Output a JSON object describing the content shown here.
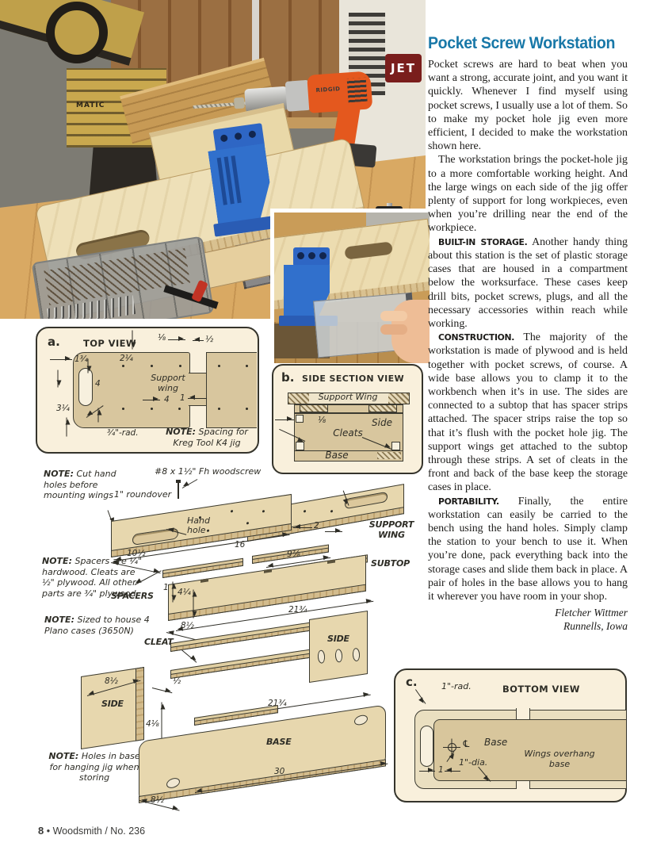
{
  "page": {
    "footer": {
      "page_number": "8",
      "bullet": "•",
      "publication": "Woodsmith / No. 236"
    }
  },
  "photo": {
    "jet_logo": "JET",
    "drill_brand": "RIDGID",
    "machine_partial": "MATIC"
  },
  "article": {
    "title": "Pocket Screw Workstation",
    "paragraphs": [
      {
        "lead": "",
        "text": "Pocket screws are hard to beat when you want a strong, accurate joint, and you want it quickly. Whenever I find myself using pocket screws, I usually use a lot of them. So to make my pocket hole jig even more efficient, I decided to make the workstation shown here."
      },
      {
        "lead": "",
        "text": "The workstation brings the pocket-hole jig to a more comfortable working height. And the large wings on each side of the jig offer plenty of support for long workpieces, even when you’re drilling near the end of the workpiece."
      },
      {
        "lead": "BUILT-IN STORAGE.",
        "text": " Another handy thing about this station is the set of plastic storage cases that are housed in a compartment below the worksurface. These cases keep drill bits, pocket screws, plugs, and all the necessary accessories within reach while working."
      },
      {
        "lead": "CONSTRUCTION.",
        "text": " The majority of the workstation is made of plywood and is held together with pocket screws, of course. A wide base allows you to clamp it to the workbench when it’s in use. The sides are connected to a subtop that has spacer strips attached. The spacer strips raise the top so that it’s flush with the pocket hole jig. The support wings get attached to the subtop through these strips. A set of cleats in the front and back of the base keep the storage cases in place."
      },
      {
        "lead": "PORTABILITY.",
        "text": " Finally, the entire workstation can easily be carried to the bench using the hand holes. Simply clamp the station to your bench to use it. When you’re done, pack everything back into the storage cases and slide them back in place. A pair of holes in the base allows you to hang it wherever you have room in your shop."
      }
    ],
    "byline": {
      "name": "Fletcher Wittmer",
      "location": "Runnells, Iowa"
    }
  },
  "drawing_a": {
    "label": "a.",
    "title": "TOP VIEW",
    "part": "Support wing",
    "note_b": "NOTE:",
    "note_t": " Spacing for Kreg Tool K4 jig",
    "dims": {
      "eighth": "⅛",
      "half": "½",
      "one34": "1¾",
      "two14": "2¼",
      "four_l": "4",
      "four_r": "4",
      "one": "1",
      "three14": "3¼",
      "rad": "¾\"-rad."
    }
  },
  "drawing_b": {
    "label": "b.",
    "title": "SIDE SECTION VIEW",
    "support_wing": "Support Wing",
    "eighth": "⅛",
    "side": "Side",
    "cleats": "Cleats",
    "base": "Base"
  },
  "drawing_c": {
    "label": "c.",
    "title": "BOTTOM VIEW",
    "rad": "1\"-rad.",
    "base": "Base",
    "centerline": "℄",
    "dia": "1\"-dia.",
    "overhang": "Wings overhang base",
    "one": "1"
  },
  "exploded": {
    "notes": {
      "n1b": "NOTE:",
      "n1t": " Cut hand holes before mounting wings",
      "n2b": "NOTE:",
      "n2t": " Spacers are ¼\" hardwood. Cleats are ½\" plywood. All other parts are ¾\" plywood",
      "n3b": "NOTE:",
      "n3t": " Sized to house 4 Plano cases (3650N)",
      "n4b": "NOTE:",
      "n4t": " Holes in base for hanging jig when storing"
    },
    "callouts": {
      "screw": "#8 x 1½\" Fh woodscrew",
      "roundover": "1\" roundover",
      "hand_hole": "Hand hole",
      "support_wing": "SUPPORT WING",
      "subtop": "SUBTOP",
      "spacers": "SPACERS",
      "cleat": "CLEAT",
      "side_r": "SIDE",
      "side_l": "SIDE",
      "base": "BASE"
    },
    "dims": {
      "d10h": "10½",
      "d16": "16",
      "d2": "2",
      "d978": "9⅞",
      "d1": "1",
      "d414": "4¼",
      "d2134a": "21¾",
      "d812a": "8½",
      "dhalf": "½",
      "d2134b": "21¾",
      "d812s": "8½",
      "d418": "4⅛",
      "d30": "30",
      "d812b": "8½"
    }
  }
}
